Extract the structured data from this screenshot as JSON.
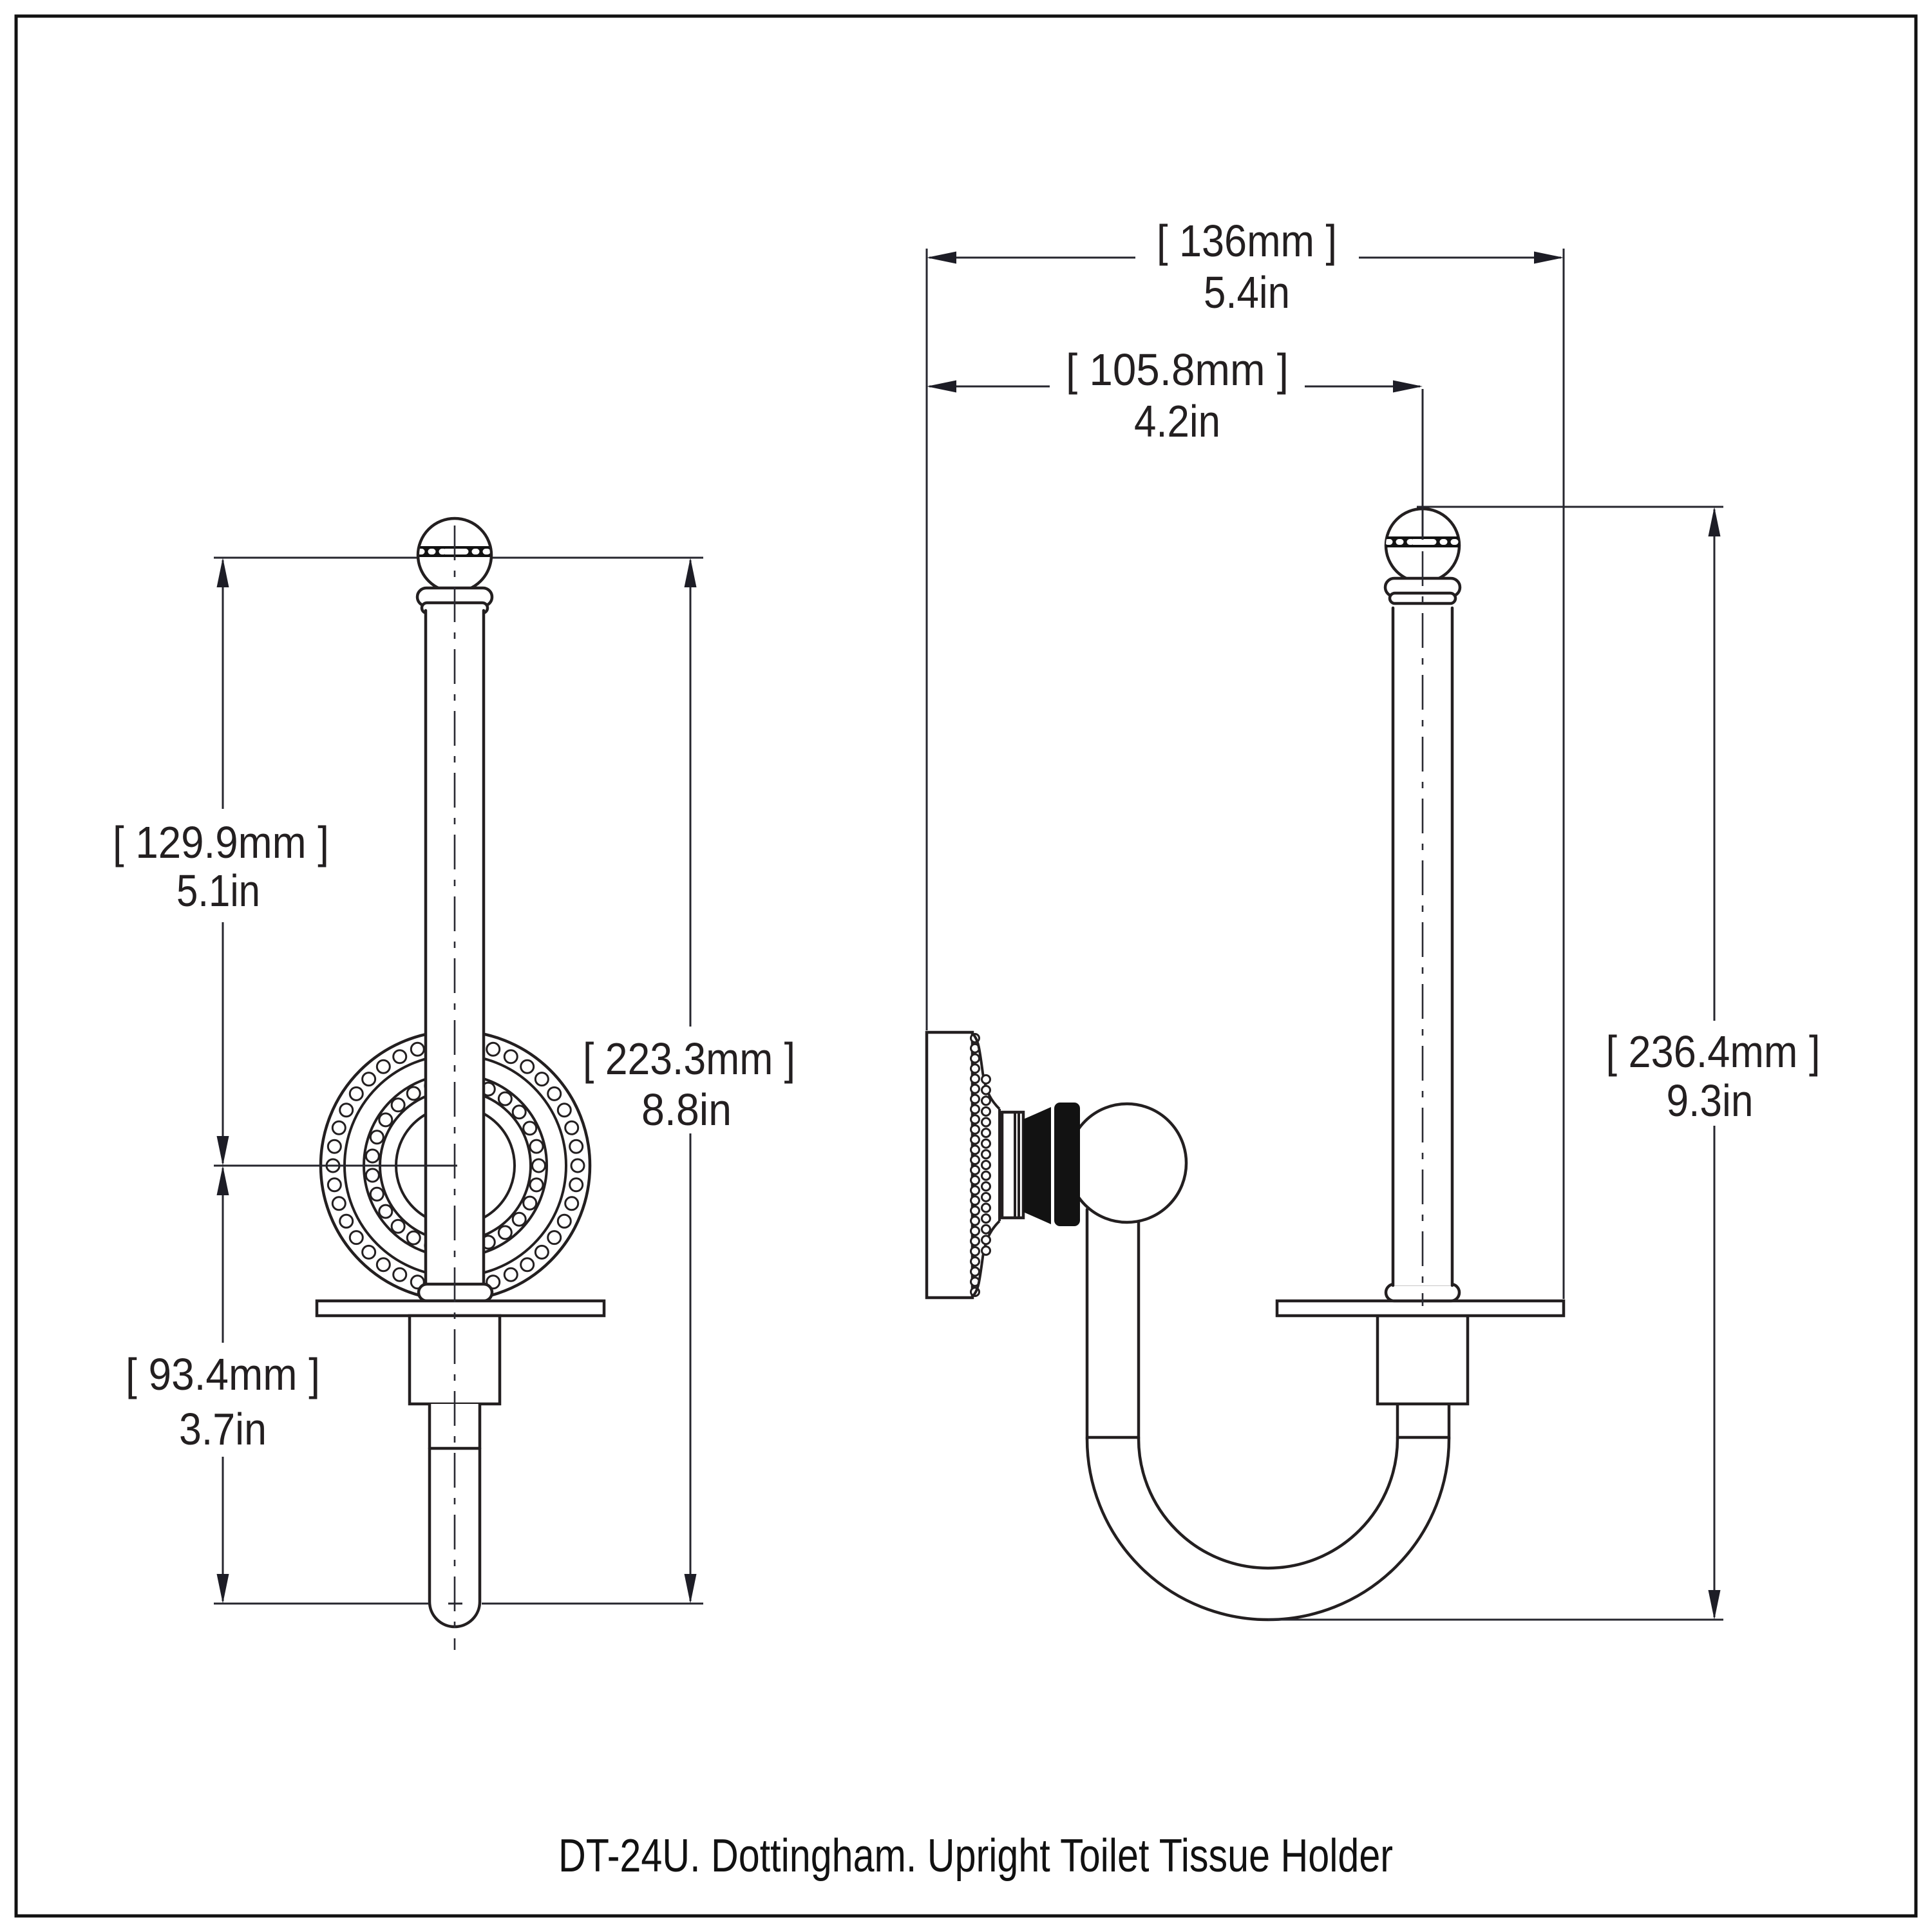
{
  "title_block": {
    "caption": "DT-24U. Dottingham. Upright Toilet Tissue Holder"
  },
  "dimensions": {
    "top_to_flange_center": {
      "mm": "[ 129.9mm ]",
      "in": "5.1in"
    },
    "front_overall_height": {
      "mm": "[ 223.3mm ]",
      "in": "8.8in"
    },
    "flange_center_to_bottom": {
      "mm": "[ 93.4mm ]",
      "in": "3.7in"
    },
    "overall_projection": {
      "mm": "[ 136mm ]",
      "in": "5.4in"
    },
    "projection_to_post_center": {
      "mm": "[ 105.8mm ]",
      "in": "4.2in"
    },
    "side_overall_height": {
      "mm": "[ 236.4mm ]",
      "in": "9.3in"
    }
  },
  "colors": {
    "background": "#ffffff",
    "line": "#231f20",
    "dimension_line": "#26262e",
    "arrow": "#1d1d26",
    "solid_fill": "#121212",
    "text": "#231f20"
  }
}
